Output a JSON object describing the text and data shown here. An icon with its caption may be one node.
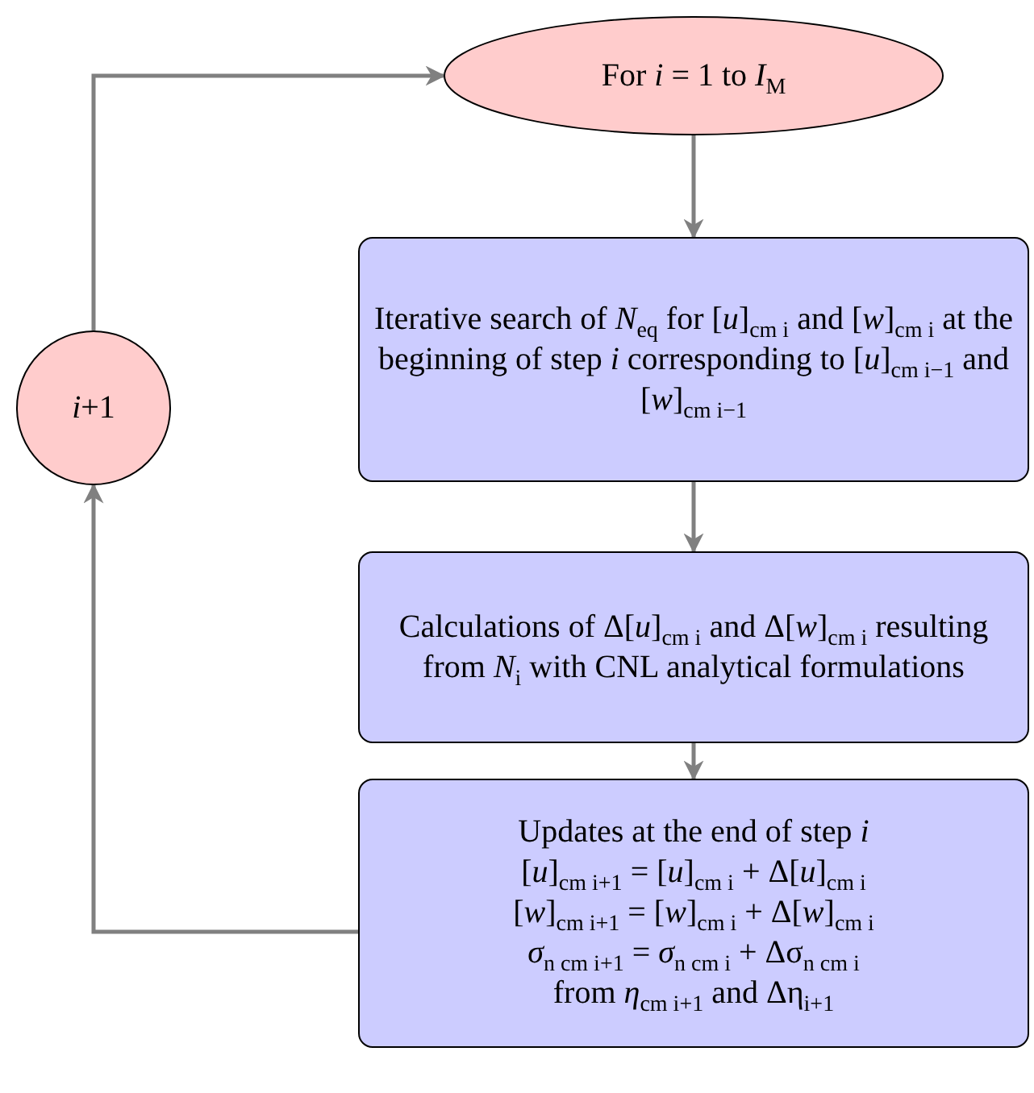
{
  "diagram": {
    "nodes": [
      {
        "text": [
          "For *i* = 1 to *I*$_{M}$"
        ]
      },
      {
        "text": [
          "Iterative search of *N*$_{eq}$ for [*u*]$_{cm i}$ and [*w*]$_{cm i}$ at the beginning of step *i* corresponding to [*u*]$_{cm i−1}$ and [*w*]$_{cm i−1}$"
        ]
      },
      {
        "text": [
          "Calculations of Δ[*u*]$_{cm i}$ and Δ[*w*]$_{cm i}$ resulting from *N*$_{i}$ with CNL analytical formulations"
        ]
      },
      {
        "text": [
          "Updates at the end of step *i*",
          "[*u*]$_{cm i+1}$ = [*u*]$_{cm i}$ + Δ[*u*]$_{cm i}$",
          "[*w*]$_{cm i+1}$ = [*w*]$_{cm i}$ + Δ[*w*]$_{cm i}$",
          "*σ*$_{n cm i+1}$ = *σ*$_{n cm i}$ + Δσ$_{n cm i}$",
          "from *η*$_{cm i+1}$ and Δη$_{i+1}$"
        ]
      },
      {
        "text": [
          "*i*+1"
        ]
      }
    ],
    "edges": [
      {
        "from": 0,
        "to": 1,
        "arrow": "to"
      },
      {
        "from": 1,
        "to": 2,
        "arrow": "to"
      },
      {
        "from": 2,
        "to": 3,
        "arrow": "to"
      },
      {
        "from": 3,
        "to": 4,
        "arrow": "to"
      },
      {
        "from": 4,
        "to": 0,
        "arrow": "to"
      }
    ]
  }
}
